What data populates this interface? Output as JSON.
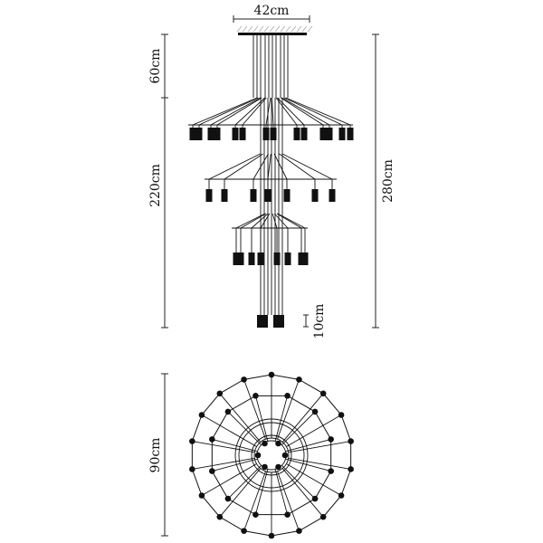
{
  "title": "Chandelier dimension drawing",
  "dimensions": {
    "canopy_width": "42cm",
    "cable_drop": "60cm",
    "body_height": "220cm",
    "total_height": "280cm",
    "lamp_height": "10cm",
    "diameter": "90cm"
  },
  "colors": {
    "line": "#111111",
    "background": "#ffffff"
  }
}
